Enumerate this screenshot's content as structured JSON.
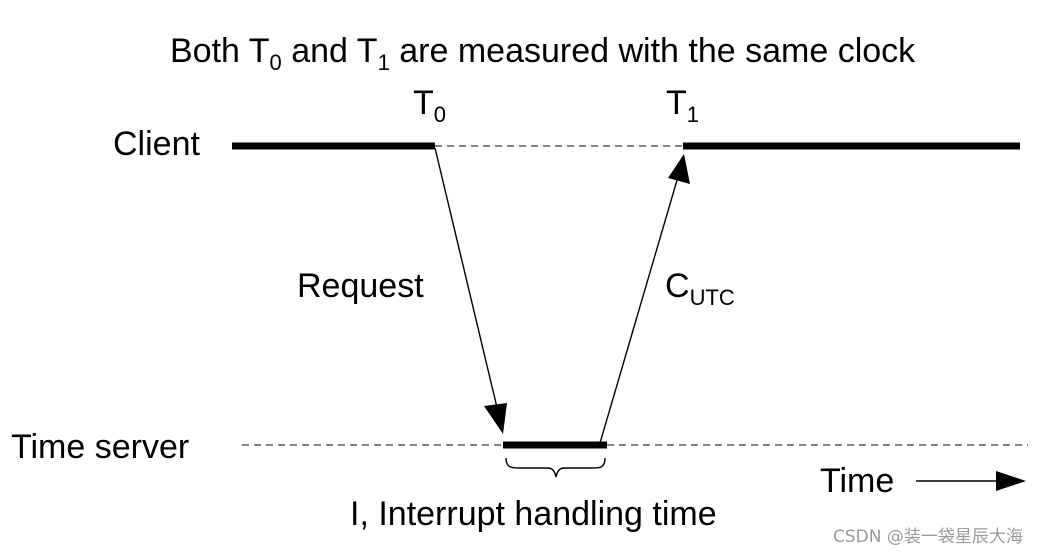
{
  "title": {
    "prefix": "Both T",
    "sub0": "0",
    "mid": " and T",
    "sub1": "1",
    "suffix": " are measured with the same clock"
  },
  "client_label": "Client",
  "server_label": "Time server",
  "t0": {
    "base": "T",
    "sub": "0"
  },
  "t1": {
    "base": "T",
    "sub": "1"
  },
  "request_label": "Request",
  "cutc": {
    "base": "C",
    "sub": "UTC"
  },
  "interrupt_label": "I, Interrupt handling time",
  "time_label": "Time",
  "watermark": "CSDN @装一袋星辰大海"
}
